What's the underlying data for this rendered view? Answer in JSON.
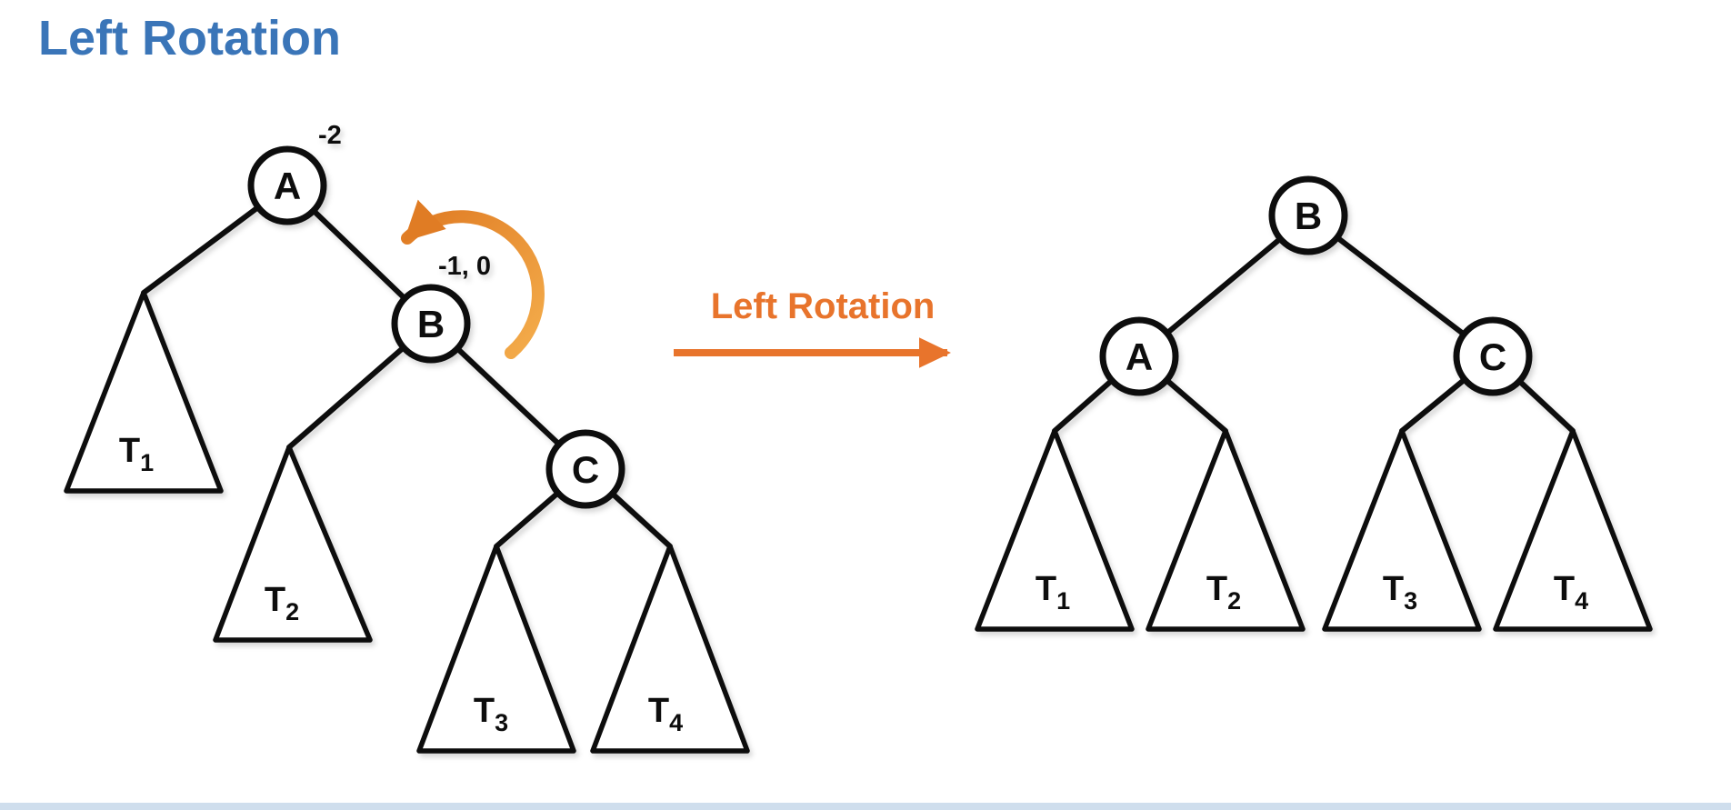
{
  "title": "Left Rotation",
  "colors": {
    "title_blue": "#3a75b8",
    "orange_accent": "#e8742c",
    "arc_orange_light": "#f3ab4a",
    "arc_orange_dark": "#e07c24",
    "line_black": "#0b0b0b",
    "background": "#ffffff"
  },
  "left_tree": {
    "balance_root": "-2",
    "balance_child": "-1, 0",
    "node_a": "A",
    "node_b": "B",
    "node_c": "C",
    "t1": {
      "base": "T",
      "sub": "1"
    },
    "t2": {
      "base": "T",
      "sub": "2"
    },
    "t3": {
      "base": "T",
      "sub": "3"
    },
    "t4": {
      "base": "T",
      "sub": "4"
    }
  },
  "transition": {
    "label": "Left Rotation"
  },
  "right_tree": {
    "node_a": "A",
    "node_b": "B",
    "node_c": "C",
    "t1": {
      "base": "T",
      "sub": "1"
    },
    "t2": {
      "base": "T",
      "sub": "2"
    },
    "t3": {
      "base": "T",
      "sub": "3"
    },
    "t4": {
      "base": "T",
      "sub": "4"
    }
  }
}
